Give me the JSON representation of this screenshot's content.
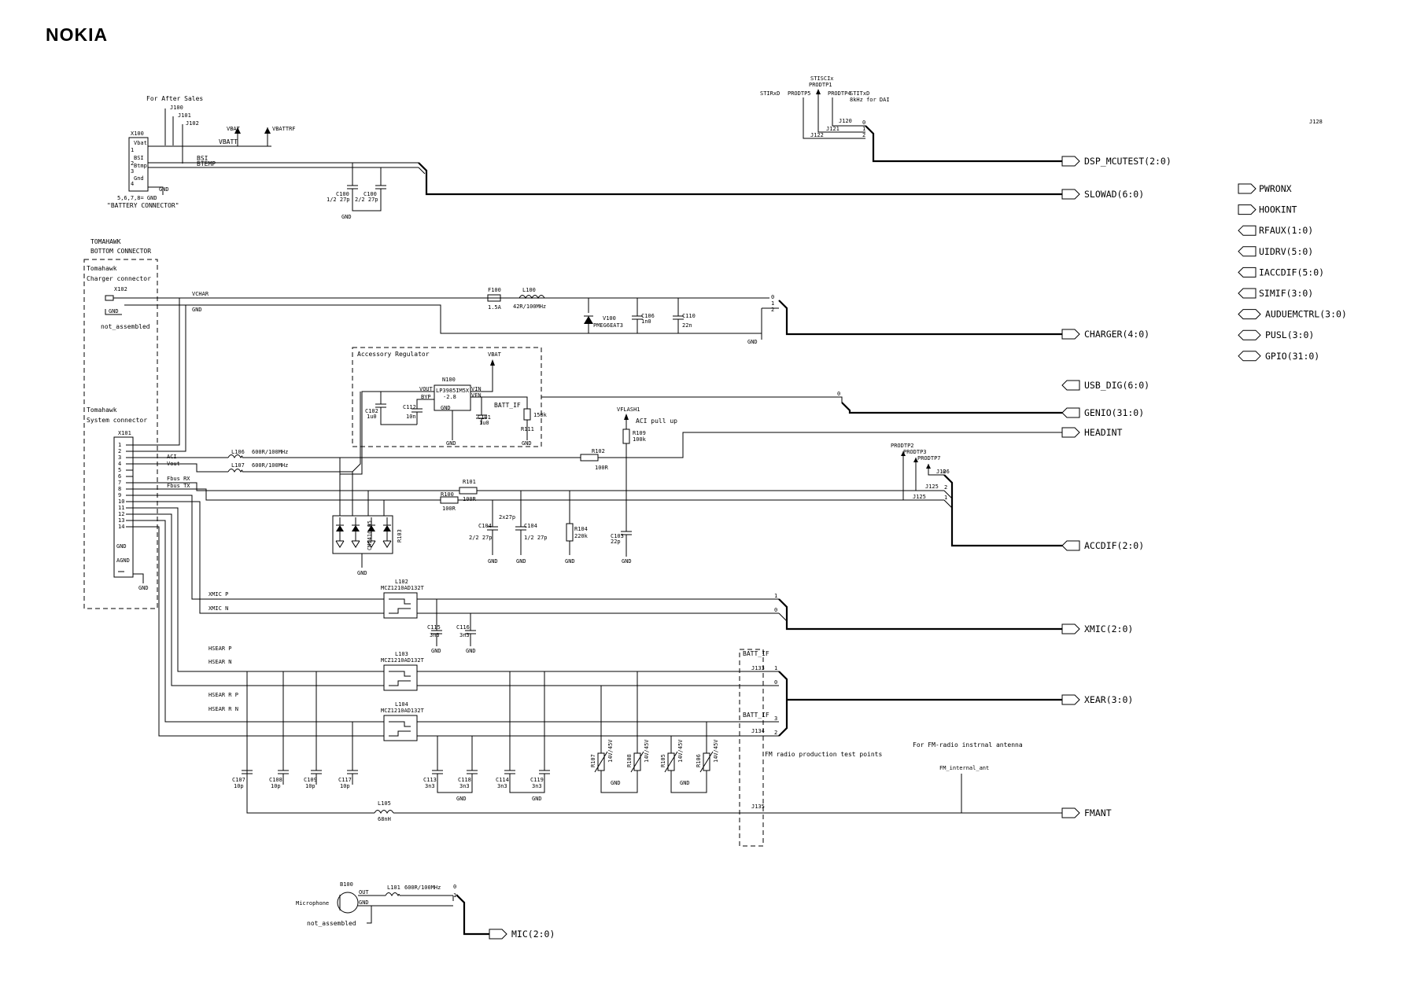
{
  "brand": {
    "logo": "NOKIA"
  },
  "battery": {
    "note": "For After Sales",
    "jumpers": [
      "J100",
      "J101",
      "J102"
    ],
    "ref": "X100",
    "pins": [
      "Vbat",
      "BSI",
      "Btmp",
      "Gnd"
    ],
    "pin_numbers": [
      "1",
      "2",
      "3",
      "4"
    ],
    "nets": [
      "VBATT",
      "BSI",
      "BTEMP"
    ],
    "power": [
      "VBAT",
      "VBATTRF"
    ],
    "gnd_note": "5,6,7,8= GND",
    "title": "\"BATTERY CONNECTOR\"",
    "caps": [
      {
        "ref": "C100",
        "value": "1/2 27p"
      },
      {
        "ref": "C100",
        "value": "2/2 27p"
      }
    ],
    "gnd": "GND"
  },
  "testpoints": {
    "signals": [
      "STISCIx",
      "PRODTP1",
      "STIRxD",
      "PRODTP5",
      "PRODTP4",
      "STITxD",
      "8kHz for DAI"
    ],
    "refs": [
      "J120",
      "J121",
      "J122",
      "J128"
    ],
    "bits": [
      "0",
      "1",
      "2"
    ]
  },
  "connector": {
    "title1": "TOMAHAWK",
    "title2": "BOTTOM CONNECTOR",
    "charger_title1": "Tomahawk",
    "charger_title2": "Charger connector",
    "charger_ref": "X102",
    "charger_gnd": "GND",
    "not_assembled": "not_assembled",
    "system_title1": "Tomahawk",
    "system_title2": "System connector",
    "system_ref": "X101",
    "pins": [
      "1",
      "2",
      "3",
      "4",
      "5",
      "6",
      "7",
      "8",
      "9",
      "10",
      "11",
      "12",
      "13",
      "14"
    ],
    "extra": [
      "GND",
      "AGND",
      "GND"
    ]
  },
  "charger": {
    "nets": [
      "VCHAR",
      "GND"
    ],
    "fuse": {
      "ref": "F100",
      "value": "1.5A"
    },
    "inductor": {
      "ref": "L100",
      "value": "42R/100MHz"
    },
    "diode": {
      "ref": "V100",
      "value": "PMEG6EAT3"
    },
    "caps": [
      {
        "ref": "C106",
        "value": "1n0"
      },
      {
        "ref": "C110",
        "value": "22n"
      }
    ],
    "bits": [
      "0",
      "1",
      "2"
    ],
    "gnd": "GND"
  },
  "regulator": {
    "title": "Accessory Regulator",
    "vbat": "VBAT",
    "ref": "N100",
    "part": [
      "LP3985IM5X",
      "-2.8"
    ],
    "pins": [
      "VOUT",
      "BYP",
      "VIN",
      "VEN",
      "GND"
    ],
    "batt_if": "BATT_IF",
    "caps": [
      {
        "ref": "C102",
        "value": "1u0"
      },
      {
        "ref": "C112",
        "value": "10n"
      },
      {
        "ref": "C101",
        "value": "1u0"
      }
    ],
    "resistor": {
      "ref": "R111",
      "value": "150k"
    },
    "gnd": "GND",
    "bit": "0"
  },
  "acc_iface": {
    "vflash": "VFLASH1",
    "pullup_note": "ACI pull up",
    "r109": {
      "ref": "R109",
      "value": "100k"
    },
    "r102": {
      "ref": "R102",
      "value": "100R"
    },
    "l106": {
      "ref": "L106",
      "value": "600R/100MHz"
    },
    "l107": {
      "ref": "L107",
      "value": "600R/100MHz"
    },
    "nets": [
      "ACI",
      "Vout",
      "Fbus RX",
      "Fbus TX"
    ],
    "r101": {
      "ref": "R101",
      "value": "100R"
    },
    "r100": {
      "ref": "R100",
      "value": "100R"
    },
    "c104a": {
      "ref": "C104",
      "value": "2/2 27p"
    },
    "c104b": {
      "ref": "C104",
      "value": "1/2 27p"
    },
    "c2x27": "2x27p",
    "r104": {
      "ref": "R104",
      "value": "220k"
    },
    "c103": {
      "ref": "C103",
      "value": "22p"
    },
    "esd": {
      "ref": "R103",
      "part": "CM1416-05"
    },
    "tps": [
      "PRODTP2",
      "PRODTP3",
      "PRODTP7"
    ],
    "tp_refs": [
      "J126",
      "J125",
      "J125"
    ],
    "bits": [
      "0",
      "1",
      "2"
    ],
    "gnd": "GND"
  },
  "xmic": {
    "nets": [
      "XMIC P",
      "XMIC N"
    ],
    "filter": {
      "ref": "L102",
      "part": "MCZ1210AD132T"
    },
    "caps": [
      {
        "ref": "C115",
        "value": "3n3"
      },
      {
        "ref": "C116",
        "value": "3n3"
      }
    ],
    "bits": [
      "1",
      "0"
    ],
    "gnd": "GND"
  },
  "xear": {
    "nets": [
      "HSEAR P",
      "HSEAR N",
      "HSEAR R P",
      "HSEAR R N"
    ],
    "filters": [
      {
        "ref": "L103",
        "part": "MCZ1210AD132T"
      },
      {
        "ref": "L104",
        "part": "MCZ1210AD132T"
      }
    ],
    "batt_if": [
      "BATT_IF",
      "BATT_IF"
    ],
    "tp_refs": [
      "J133",
      "J134",
      "J135"
    ],
    "bits": [
      "1",
      "0",
      "3",
      "2"
    ],
    "caps": [
      {
        "ref": "C107",
        "value": "10p"
      },
      {
        "ref": "C108",
        "value": "10p"
      },
      {
        "ref": "C109",
        "value": "10p"
      },
      {
        "ref": "C117",
        "value": "10p"
      },
      {
        "ref": "C113",
        "value": "3n3"
      },
      {
        "ref": "C118",
        "value": "3n3"
      },
      {
        "ref": "C114",
        "value": "3n3"
      },
      {
        "ref": "C119",
        "value": "3n3"
      }
    ],
    "varistors": [
      {
        "ref": "R107",
        "value": "14V/45V"
      },
      {
        "ref": "R108",
        "value": "14V/45V"
      },
      {
        "ref": "R105",
        "value": "14V/45V"
      },
      {
        "ref": "R106",
        "value": "14V/45V"
      }
    ],
    "fm_note": "FM radio production test points",
    "gnd": "GND"
  },
  "fmant": {
    "inductor": {
      "ref": "L105",
      "value": "68nH"
    },
    "note": "For FM-radio instrnal antenna",
    "net": "FM_internal_ant"
  },
  "mic": {
    "ref": "B100",
    "label": "Microphone",
    "pins": [
      "OUT",
      "GND"
    ],
    "inductor": {
      "ref": "L101",
      "value": "600R/100MHz"
    },
    "not_assembled": "not_assembled",
    "bits": [
      "0",
      "1"
    ]
  },
  "ports": {
    "dsp": "DSP_MCUTEST(2:0)",
    "slowad": "SLOWAD(6:0)",
    "charger": "CHARGER(4:0)",
    "usb": "USB_DIG(6:0)",
    "genio": "GENIO(31:0)",
    "headint": "HEADINT",
    "accdif": "ACCDIF(2:0)",
    "xmic": "XMIC(2:0)",
    "xear": "XEAR(3:0)",
    "fmant": "FMANT",
    "mic": "MIC(2:0)"
  },
  "right_ports": [
    "PWRONX",
    "HOOKINT",
    "RFAUX(1:0)",
    "UIDRV(5:0)",
    "IACCDIF(5:0)",
    "SIMIF(3:0)",
    "AUDUEMCTRL(3:0)",
    "PUSL(3:0)",
    "GPIO(31:0)"
  ]
}
